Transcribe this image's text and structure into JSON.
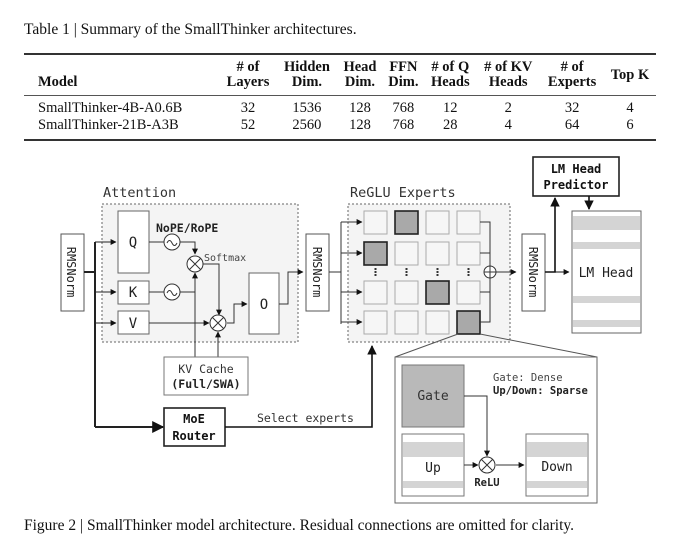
{
  "table": {
    "caption": "Table 1 | Summary of the SmallThinker architectures.",
    "headers": [
      [
        "Model"
      ],
      [
        "# of",
        "Layers"
      ],
      [
        "Hidden",
        "Dim."
      ],
      [
        "Head",
        "Dim."
      ],
      [
        "FFN",
        "Dim."
      ],
      [
        "# of Q",
        "Heads"
      ],
      [
        "# of KV",
        "Heads"
      ],
      [
        "# of",
        "Experts"
      ],
      [
        "Top K"
      ]
    ],
    "rows": [
      [
        "SmallThinker-4B-A0.6B",
        "32",
        "1536",
        "128",
        "768",
        "12",
        "2",
        "32",
        "4"
      ],
      [
        "SmallThinker-21B-A3B",
        "52",
        "2560",
        "128",
        "768",
        "28",
        "4",
        "64",
        "6"
      ]
    ]
  },
  "figure": {
    "caption": "Figure 2 | SmallThinker model architecture. Residual connections are omitted for clarity.",
    "labels": {
      "rmsnorm": "RMSNorm",
      "attention": "Attention",
      "q": "Q",
      "k": "K",
      "v": "V",
      "o": "O",
      "pe": "NoPE/RoPE",
      "softmax": "Softmax",
      "kv_cache_1": "KV Cache",
      "kv_cache_2": "(Full/SWA)",
      "router_1": "MoE",
      "router_2": "Router",
      "select": "Select experts",
      "experts": "ReGLU Experts",
      "predictor_1": "LM Head",
      "predictor_2": "Predictor",
      "lm_head": "LM Head",
      "gate": "Gate",
      "up": "Up",
      "down": "Down",
      "relu": "ReLU",
      "note_1": "Gate: Dense",
      "note_2": "Up/Down: Sparse"
    },
    "expert_grid": {
      "rows": 4,
      "cols": 4,
      "active": [
        [
          0,
          1
        ],
        [
          1,
          0
        ],
        [
          2,
          2
        ],
        [
          3,
          3
        ]
      ]
    },
    "colors": {
      "active_expert": "#a9a9a9",
      "panel_bg": "#f4f4f4",
      "stripe": "#d4d4d4",
      "gate_fill": "#b9b9b9"
    }
  }
}
